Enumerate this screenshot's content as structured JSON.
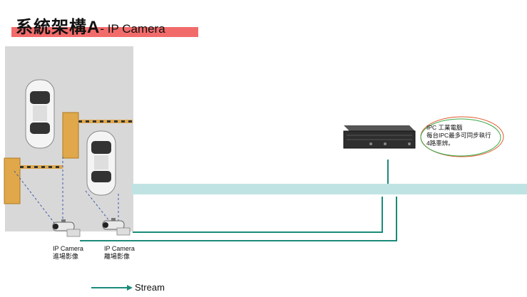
{
  "title": {
    "main": "系統架構A",
    "sub": "- IP Camera"
  },
  "cameras": [
    {
      "line1": "IP Camera",
      "line2": "進場影像"
    },
    {
      "line1": "IP Camera",
      "line2": "離場影像"
    }
  ],
  "ipc": {
    "line1": "IPC 工業電腦",
    "line2": "每台IPC最多可同步執行",
    "line3": "4路車辨。"
  },
  "legend": {
    "label": "Stream"
  },
  "colors": {
    "title_bar": "#f26b6b",
    "network_band": "#bfe3e3",
    "stream_line": "#1a8a7a",
    "parking_bg": "#d8d8d8",
    "barrier_post": "#e0a84a",
    "callout_outer": "#e05a2a",
    "callout_inner": "#3aa84a"
  }
}
